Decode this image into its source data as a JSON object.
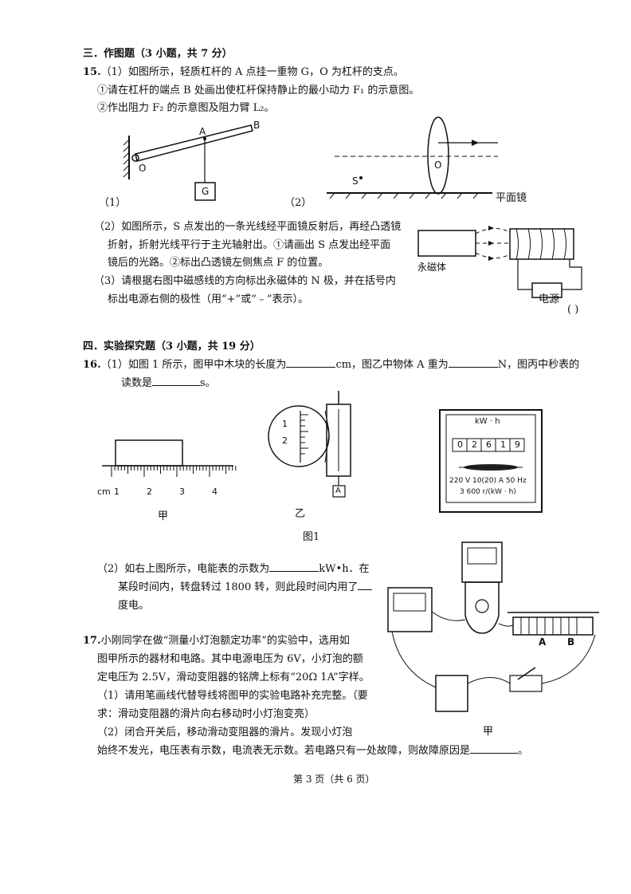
{
  "section3": {
    "title": "三．作图题（3 小题，共 7 分）",
    "q15": {
      "num": "15.",
      "intro": "（1）如图所示，轻质杠杆的 A 点挂一重物 G，O 为杠杆的支点。",
      "item1": "①请在杠杆的端点 B 处画出使杠杆保持静止的最小动力 F₁ 的示意图。",
      "item2": "②作出阻力 F₂ 的示意图及阻力臂 L₂。",
      "fig1_label": "（1）",
      "fig2_label": "（2）",
      "lever": {
        "O": "O",
        "A": "A",
        "B": "B",
        "G": "G"
      },
      "lens": {
        "S": "S",
        "O": "O",
        "mirror": "平面镜"
      },
      "part2_line1": "（2）如图所示，S 点发出的一条光线经平面镜反射后，再经凸透镜",
      "part2_line2": "折射，折射光线平行于主光轴射出。①请画出 S 点发出经平面",
      "part2_line3": "镜后的光路。②标出凸透镜左侧焦点 F 的位置。",
      "part3_line1": "（3）请根据右图中磁感线的方向标出永磁体的 N 极，并在括号内",
      "part3_line2": "标出电源右侧的极性（用“+”或“﹣”表示）。",
      "magnet": {
        "magnet_label": "永磁体",
        "power_label": "电源",
        "bracket": "(    )"
      }
    }
  },
  "section4": {
    "title": "四．实验探究题（3 小题，共 19 分）",
    "q16": {
      "num": "16.",
      "line1_a": "（1）如图 1 所示，图甲中木块的长度为",
      "line1_b": "cm，图乙中物体 A 重为",
      "line1_c": "N，图丙中秒表的",
      "line2_a": "读数是",
      "line2_b": "s。",
      "ruler": {
        "unit": "cm",
        "ticks": [
          "1",
          "2",
          "3",
          "4"
        ],
        "caption": "甲"
      },
      "scale": {
        "labels": [
          "1",
          "2"
        ],
        "A": "A",
        "caption": "乙"
      },
      "meter": {
        "unit": "kW · h",
        "digits": [
          "0",
          "2",
          "6",
          "1",
          "9"
        ],
        "spec1": "220 V  10(20) A  50 Hz",
        "spec2": "3 600 r/(kW · h)"
      },
      "figure_caption": "图1",
      "part2_line1_a": "（2）如右上图所示，电能表的示数为",
      "part2_line1_b": "kW•h．在",
      "part2_line2": "某段时间内，转盘转过 1800 转，则此段时间内用了",
      "part2_line3": "度电。"
    },
    "q17": {
      "num": "17.",
      "line1": "小刚同学在做“测量小灯泡额定功率”的实验中，选用如",
      "line2": "图甲所示的器材和电路。其中电源电压为 6V，小灯泡的额",
      "line3": "定电压为 2.5V，滑动变阻器的铭牌上标有“20Ω 1A”字样。",
      "part1_a": "（1）请用笔画线代替导线将图甲的实验电路补充完整。（要",
      "part1_b": "求：滑动变阻器的滑片向右移动时小灯泡变亮）",
      "part2_a": "（2）闭合开关后，移动滑动变阻器的滑片。发现小灯泡",
      "part2_b": "始终不发光，电压表有示数，电流表无示数。若电路只有一处故障，则故障原因是",
      "part2_c": "。",
      "circuit": {
        "A": "A",
        "B": "B",
        "caption": "甲"
      }
    }
  },
  "footer": "第 3 页（共 6 页）"
}
